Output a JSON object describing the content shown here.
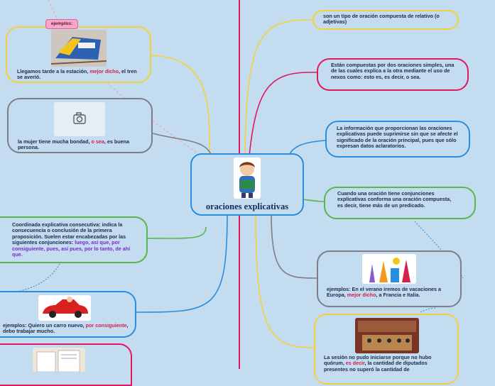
{
  "center": {
    "title": "oraciones explicativas",
    "image": "boy-reading-book"
  },
  "left_nodes": {
    "examples_tag": "ejemplos:",
    "train_example": {
      "image": "train",
      "text_before": "Llegamos tarde a la estación, ",
      "highlight": "mejor dicho",
      "text_after": ", el tren se averió."
    },
    "camera_example": {
      "image": "camera-icon",
      "text_before": "la mujer tiene mucha bondad, ",
      "highlight": "o sea",
      "text_after": ", es buena persona."
    },
    "consecutive": {
      "text": "Coordinada explicativa consecutiva: indica la consecuencia o conclusión de la primera proposición. Suelen estar encabezadas por las siguientes conjunciones: ",
      "highlight": "luego, así que, por consiguiente, pues, así pues, por lo tanto, de ahí que."
    },
    "car_example": {
      "image": "red-car",
      "text_before": "ejemplos: Quiero un carro nuevo,  ",
      "highlight": "por consiguiente",
      "text_after": ", debo trabajar mucho."
    },
    "bottom_image": "document-papers"
  },
  "right_nodes": {
    "relative": {
      "text": "son un tipo de oración compuesta de relativo (o adjetivas)"
    },
    "composed": {
      "text": "Están compuestas por dos oraciones simples, una de las cuales explica a la otra mediante el uso de nexos como: esto es, es decir, o sea."
    },
    "information": {
      "text": "La información que proporcionan las oraciones explicativas puede suprimirse sin que se afecte el significado de la oración principal, pues que sólo expresan datos aclaratorios."
    },
    "conjunctions": {
      "text": "Cuando una oración tiene conjunciones explicativas conforma una oración compuesta, es decir, tiene más de un predicado."
    },
    "summer_example": {
      "image": "travel-landmarks",
      "text_before": "ejemplos: En el verano iremos de vacaciones a Europa, ",
      "highlight": "mejor dicho",
      "text_after": ", a Francia e Italia."
    },
    "session_example": {
      "image": "parliament",
      "text_before": "La sesión no pudo iniciarse porque no hubo quórum, ",
      "highlight": "es decir",
      "text_after": ", la cantidad de diputados presentes no superó la cantidad de"
    }
  },
  "colors": {
    "red_line": "#e0185c",
    "yellow": "#f2d23a",
    "green": "#5ab64a",
    "blue": "#2a8ee0",
    "gray": "#7e7e86",
    "crimson": "#e0185c"
  }
}
